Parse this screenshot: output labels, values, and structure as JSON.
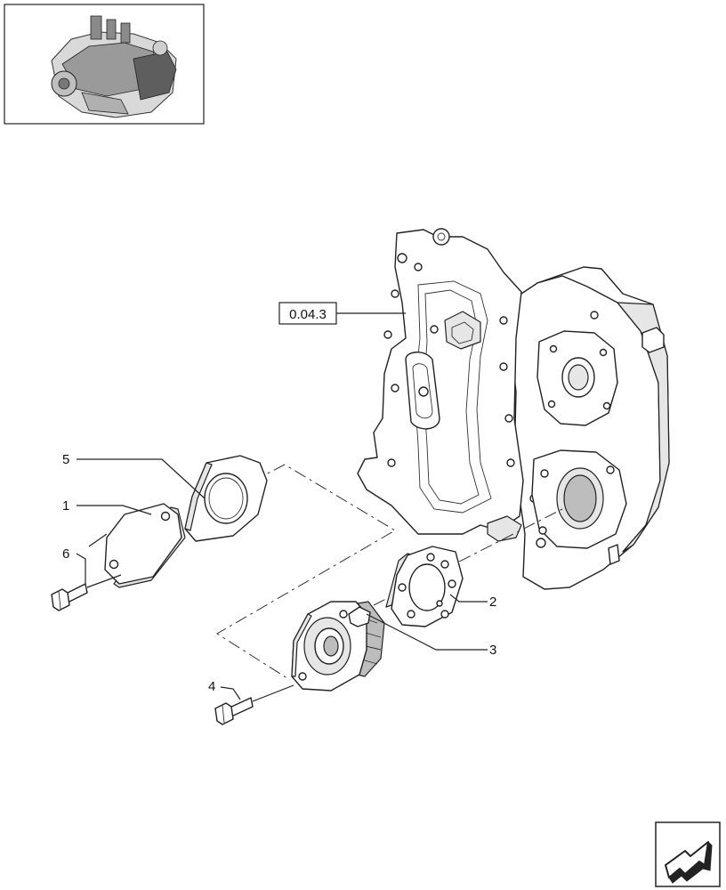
{
  "diagram": {
    "reference_label": "0.04.3",
    "callouts": [
      "5",
      "1",
      "6",
      "2",
      "3",
      "4"
    ]
  },
  "icons": {
    "thumbnail": "engine-thumbnail-icon",
    "navigation": "next-page-arrow-icon"
  }
}
